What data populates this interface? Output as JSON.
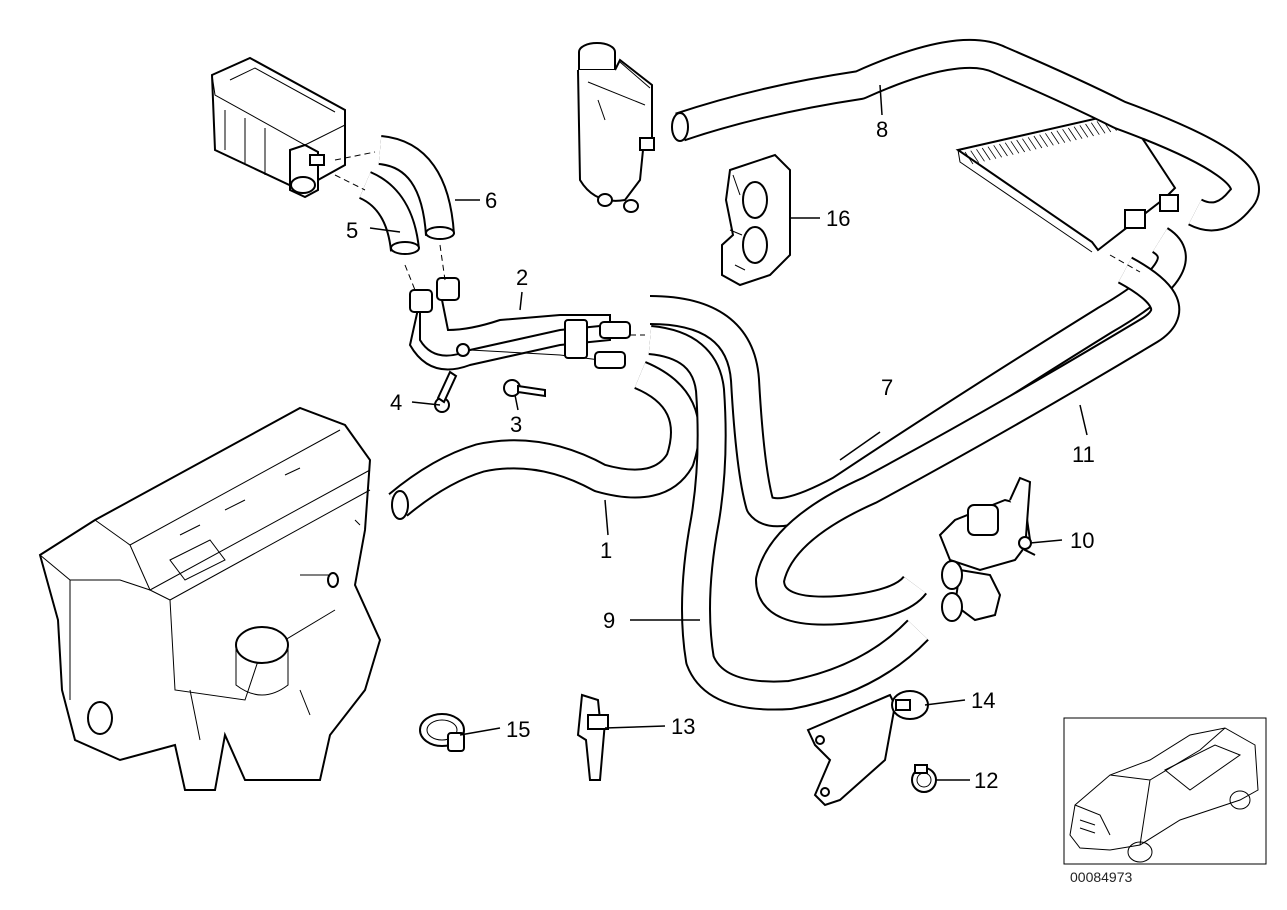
{
  "diagram": {
    "part_numbers": [
      "1",
      "2",
      "3",
      "4",
      "5",
      "6",
      "7",
      "8",
      "9",
      "10",
      "11",
      "12",
      "13",
      "14",
      "15",
      "16"
    ],
    "reference_code": "00084973"
  }
}
